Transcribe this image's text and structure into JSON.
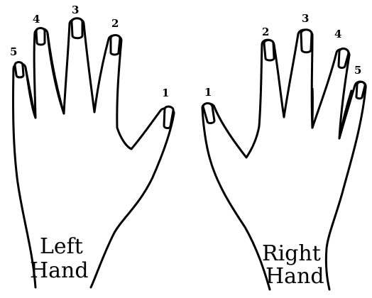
{
  "left_hand": {
    "label_line1": "Left",
    "label_line2": "Hand",
    "finger_numbers": [
      "1",
      "2",
      "3",
      "4",
      "5"
    ]
  },
  "right_hand": {
    "label_line1": "Right",
    "label_line2": "Hand",
    "finger_numbers": [
      "1",
      "2",
      "3",
      "4",
      "5"
    ]
  }
}
